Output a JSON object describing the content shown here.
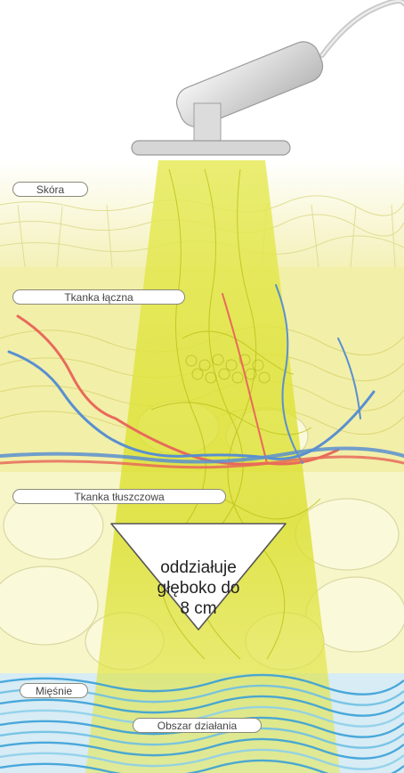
{
  "layers": {
    "skin": "Skóra",
    "connective_tissue": "Tkanka łączna",
    "fat_tissue": "Tkanka tłuszczowa",
    "muscles": "Mięśnie",
    "area_of_effect": "Obszar działania"
  },
  "callout": {
    "line1": "oddziałuje",
    "line2": "głęboko do",
    "line3": "8 cm"
  },
  "colors": {
    "beam": "#d6dc1f",
    "skin_tissue": "#f3f0b0",
    "fat_tissue": "#f6f5c4",
    "muscle": "#3aa0d8",
    "artery": "#e86a5a",
    "vein": "#5a8fd0"
  }
}
